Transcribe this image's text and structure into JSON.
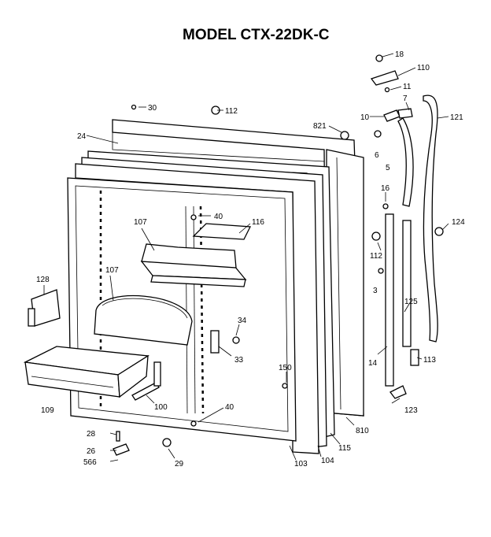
{
  "title": "MODEL CTX-22DK-C",
  "labels": {
    "p18": "18",
    "p110": "110",
    "p11": "11",
    "p7": "7",
    "p10": "10",
    "p121": "121",
    "p30": "30",
    "p112a": "112",
    "p821": "821",
    "p24": "24",
    "p6": "6",
    "p5": "5",
    "p16": "16",
    "p112b": "112",
    "p124": "124",
    "p107a": "107",
    "p40a": "40",
    "p116": "116",
    "p3": "3",
    "p128": "128",
    "p107b": "107",
    "p125": "125",
    "p34": "34",
    "p33": "33",
    "p14": "14",
    "p113": "113",
    "p150": "150",
    "p109": "109",
    "p100": "100",
    "p40b": "40",
    "p123": "123",
    "p810": "810",
    "p28": "28",
    "p26": "26",
    "p566": "566",
    "p29": "29",
    "p103": "103",
    "p104": "104",
    "p115": "115"
  }
}
